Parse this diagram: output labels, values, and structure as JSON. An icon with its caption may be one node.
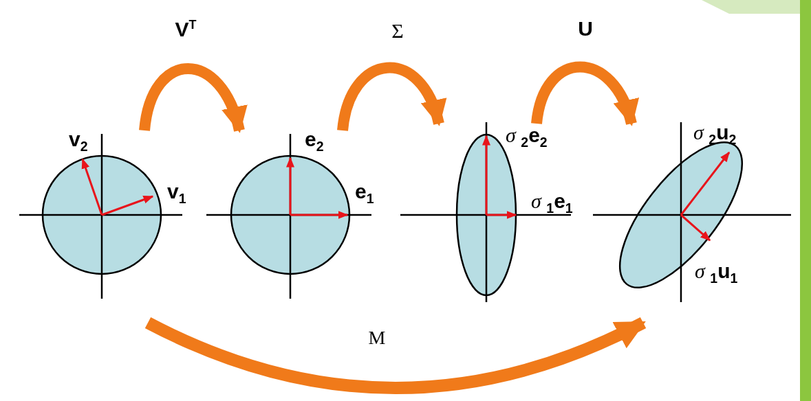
{
  "diagram": {
    "nodes": [
      {
        "text": [
          "v$_{2}$",
          "v$_{1}$"
        ]
      },
      {
        "text": [
          "e$_{2}$",
          "e$_{1}$"
        ]
      },
      {
        "text": [
          "*σ* $_{2}$**e**$_{2}$",
          "*σ* $_{1}$**e**$_{1}$"
        ]
      },
      {
        "text": [
          "*σ* $_{2}$**u**$_{2}$",
          "*σ* $_{1}$**u**$_{1}$"
        ]
      }
    ],
    "edges": [
      {
        "from": 0,
        "to": 1,
        "arrow": "to",
        "label": "V$^{T}$"
      },
      {
        "from": 1,
        "to": 2,
        "arrow": "to",
        "label": "Σ"
      },
      {
        "from": 2,
        "to": 3,
        "arrow": "to",
        "label": "U"
      },
      {
        "from": 0,
        "to": 3,
        "arrow": "to",
        "label": "M"
      }
    ]
  }
}
